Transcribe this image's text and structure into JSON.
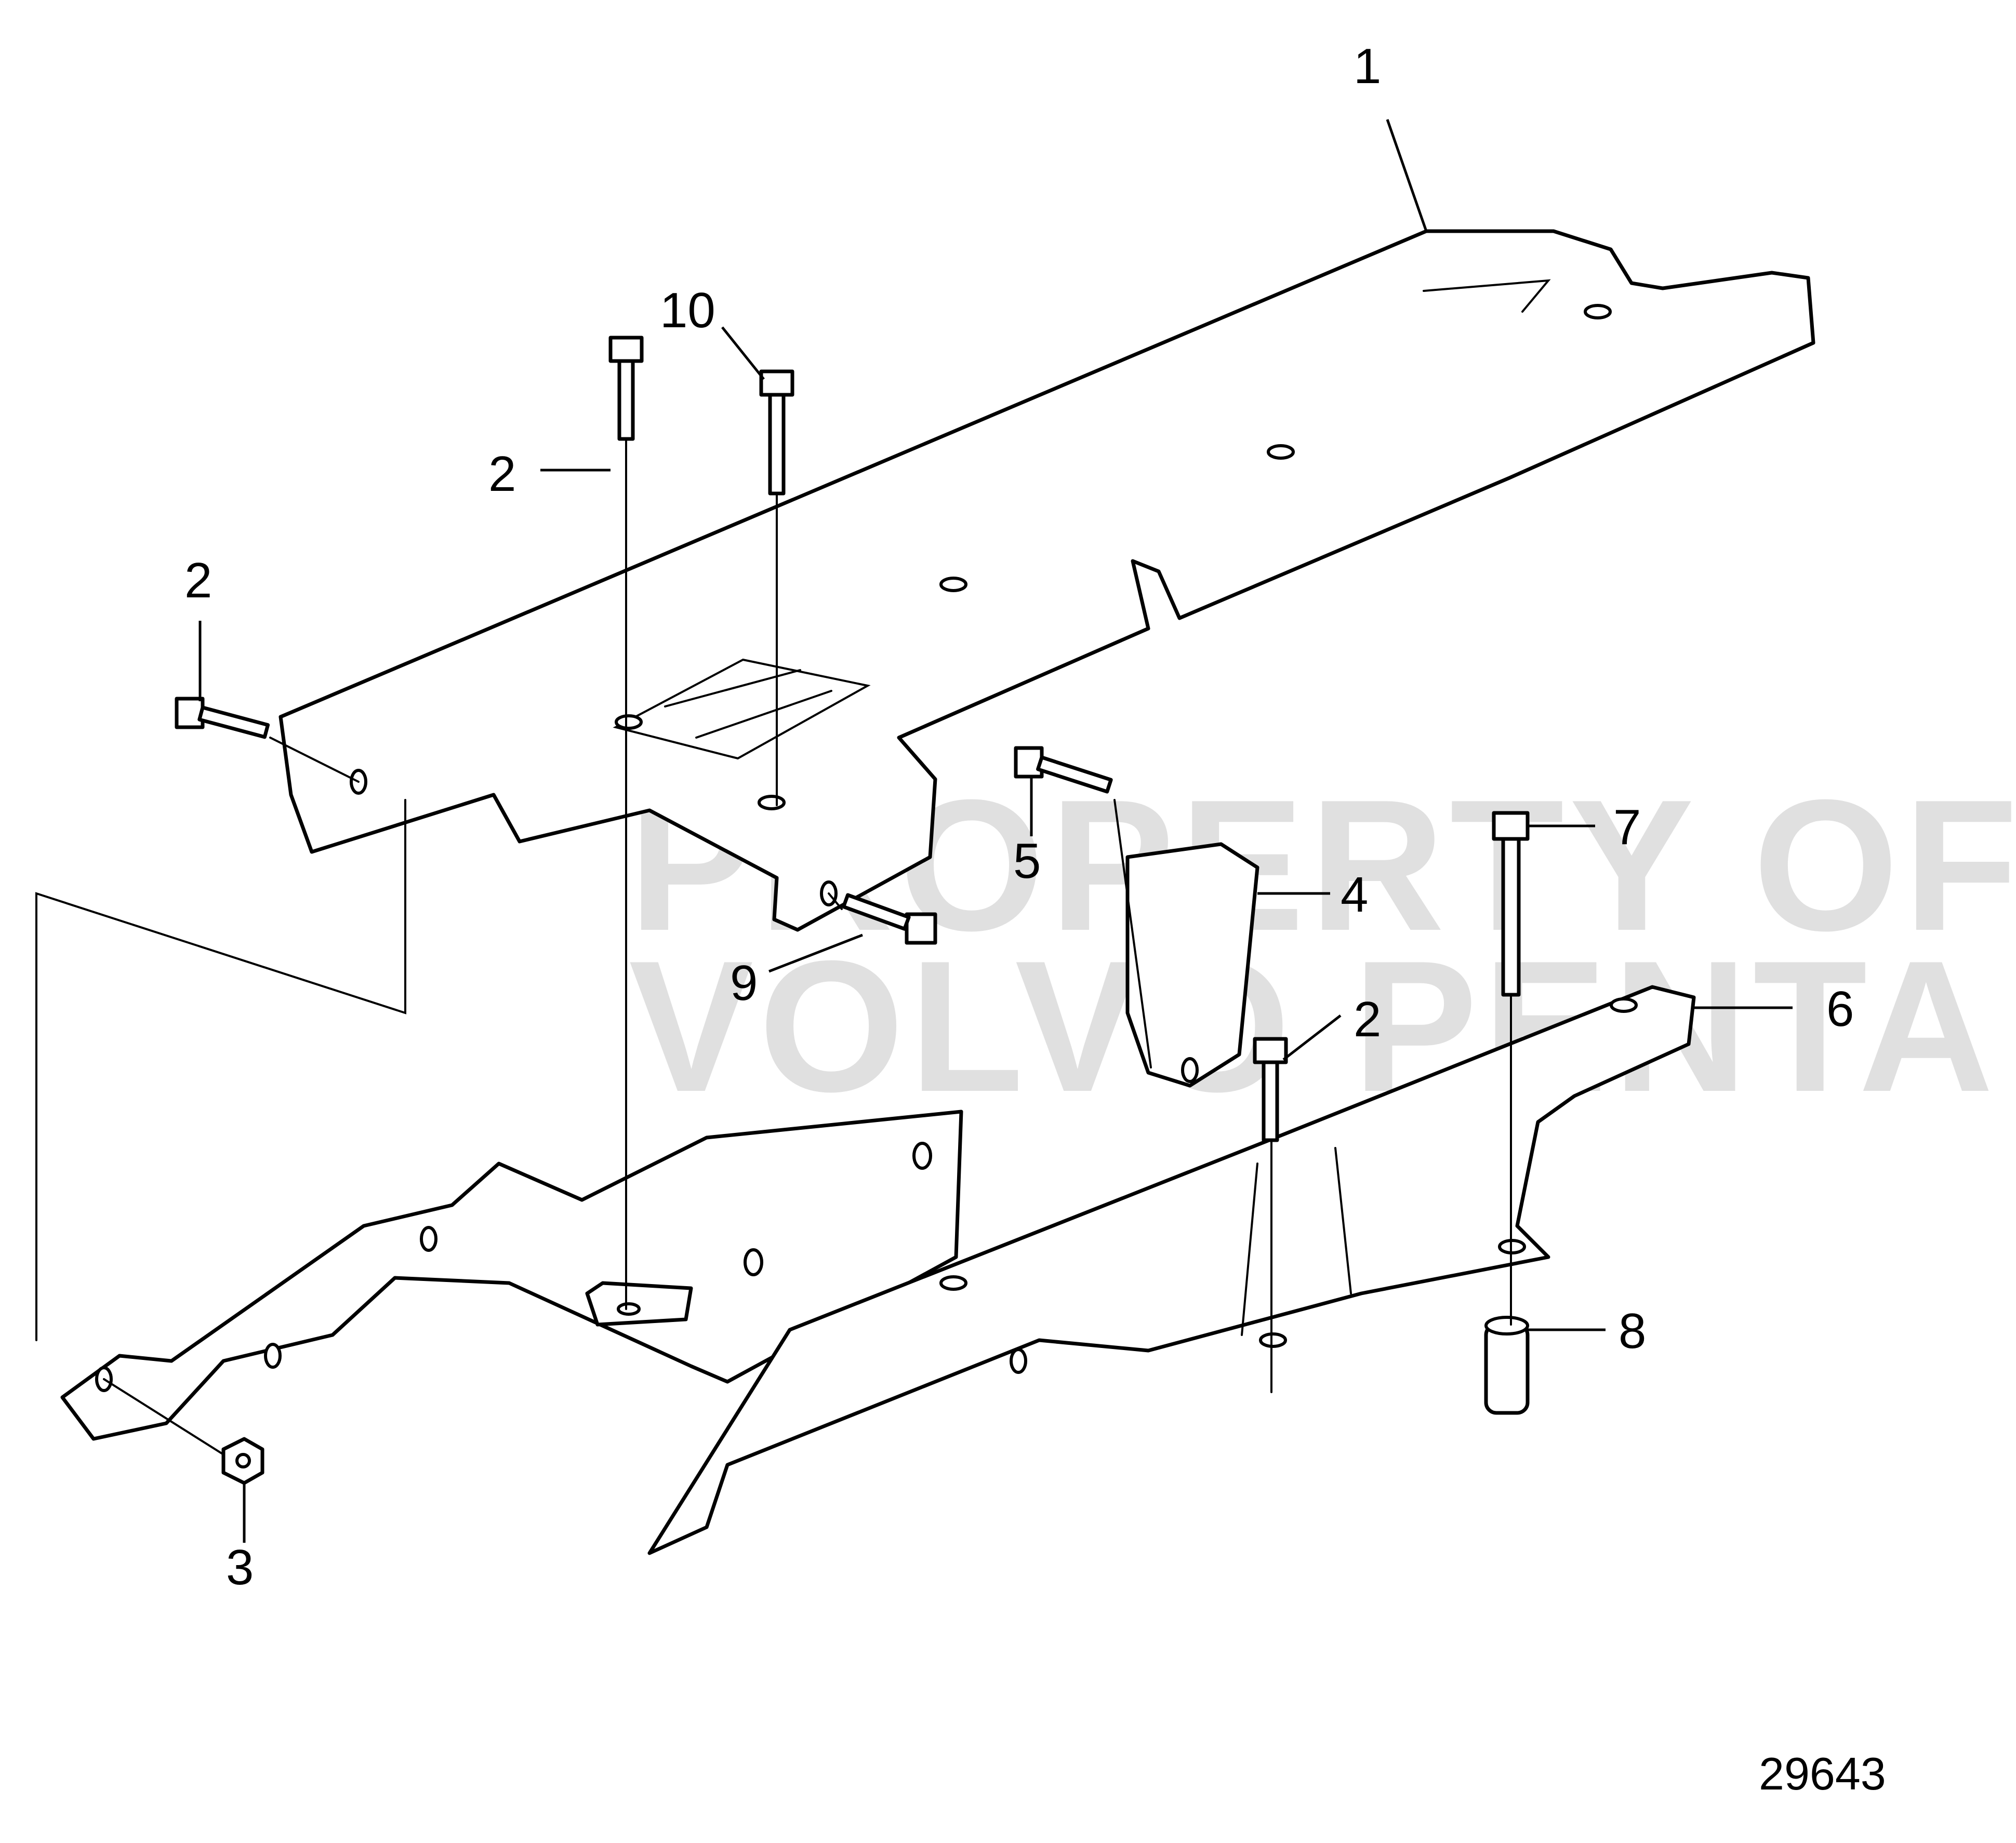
{
  "watermark": {
    "line1": "PROPERTY OF",
    "line2": "VOLVO PENTA"
  },
  "reference_number": "29643",
  "callouts": [
    {
      "id": "c1",
      "label": "1"
    },
    {
      "id": "c2a",
      "label": "2"
    },
    {
      "id": "c2b",
      "label": "2"
    },
    {
      "id": "c2c",
      "label": "2"
    },
    {
      "id": "c3",
      "label": "3"
    },
    {
      "id": "c4",
      "label": "4"
    },
    {
      "id": "c5",
      "label": "5"
    },
    {
      "id": "c6",
      "label": "6"
    },
    {
      "id": "c7",
      "label": "7"
    },
    {
      "id": "c8",
      "label": "8"
    },
    {
      "id": "c9",
      "label": "9"
    },
    {
      "id": "c10",
      "label": "10"
    }
  ]
}
